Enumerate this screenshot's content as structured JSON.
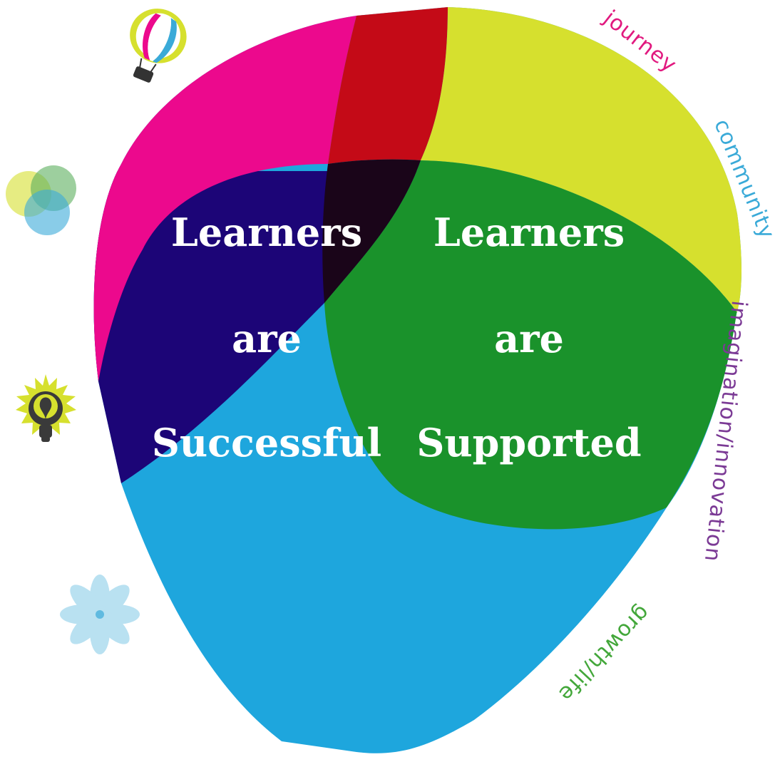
{
  "left_group": {
    "line1": "Learners",
    "line2": "are",
    "line3": "Successful"
  },
  "right_group": {
    "line1": "Learners",
    "line2": "are",
    "line3": "Supported"
  },
  "ring_labels": {
    "journey": "journey",
    "community": "community",
    "imagination": "imagination/innovation",
    "growth": "growth/life"
  },
  "colors": {
    "magenta": "#EC098D",
    "crimson": "#C40A17",
    "yellow_green": "#D6E02E",
    "navy": "#1C0577",
    "dark_overlap": "#1A0519",
    "green": "#1A922B",
    "cyan": "#1EA6DD",
    "journey_text": "#E1197F",
    "community_text": "#3AAAD8",
    "imagination_text": "#7B3A95",
    "growth_text": "#43A73A"
  },
  "icons": {
    "balloon": "hot-air-balloon-icon",
    "circles": "overlapping-circles-icon",
    "bulb": "lightbulb-icon",
    "flower": "flower-icon"
  }
}
